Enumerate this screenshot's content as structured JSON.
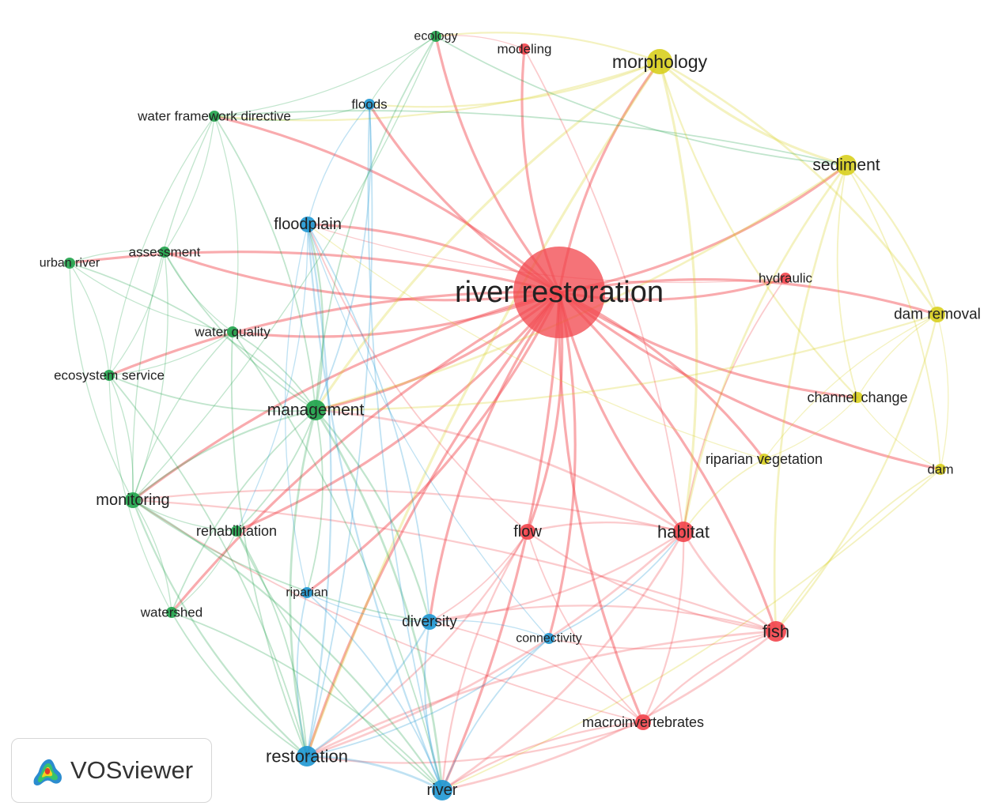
{
  "diagram": {
    "colors": {
      "red": "#f2444b",
      "yellow": "#d8cf1e",
      "green": "#1fa34a",
      "blue": "#1e97d3"
    },
    "nodes": [
      {
        "id": "river restoration",
        "label": "river restoration",
        "cluster": "red",
        "weight": 10
      },
      {
        "id": "modeling",
        "label": "modeling",
        "cluster": "red",
        "weight": 1
      },
      {
        "id": "hydraulic",
        "label": "hydraulic",
        "cluster": "red",
        "weight": 1
      },
      {
        "id": "flow",
        "label": "flow",
        "cluster": "red",
        "weight": 2
      },
      {
        "id": "habitat",
        "label": "habitat",
        "cluster": "red",
        "weight": 3
      },
      {
        "id": "fish",
        "label": "fish",
        "cluster": "red",
        "weight": 3
      },
      {
        "id": "macroinvertebrates",
        "label": "macroinvertebrates",
        "cluster": "red",
        "weight": 2
      },
      {
        "id": "morphology",
        "label": "morphology",
        "cluster": "yellow",
        "weight": 4
      },
      {
        "id": "sediment",
        "label": "sediment",
        "cluster": "yellow",
        "weight": 3
      },
      {
        "id": "dam removal",
        "label": "dam removal",
        "cluster": "yellow",
        "weight": 2
      },
      {
        "id": "channel change",
        "label": "channel change",
        "cluster": "yellow",
        "weight": 1
      },
      {
        "id": "riparian vegetation",
        "label": "riparian vegetation",
        "cluster": "yellow",
        "weight": 1
      },
      {
        "id": "dam",
        "label": "dam",
        "cluster": "yellow",
        "weight": 1
      },
      {
        "id": "ecology",
        "label": "ecology",
        "cluster": "green",
        "weight": 1
      },
      {
        "id": "water framework directive",
        "label": "water framework directive",
        "cluster": "green",
        "weight": 1
      },
      {
        "id": "assessment",
        "label": "assessment",
        "cluster": "green",
        "weight": 1
      },
      {
        "id": "urban river",
        "label": "urban river",
        "cluster": "green",
        "weight": 1
      },
      {
        "id": "water quality",
        "label": "water quality",
        "cluster": "green",
        "weight": 1
      },
      {
        "id": "ecosystem service",
        "label": "ecosystem service",
        "cluster": "green",
        "weight": 1
      },
      {
        "id": "management",
        "label": "management",
        "cluster": "green",
        "weight": 3
      },
      {
        "id": "monitoring",
        "label": "monitoring",
        "cluster": "green",
        "weight": 2
      },
      {
        "id": "rehabilitation",
        "label": "rehabilitation",
        "cluster": "green",
        "weight": 1
      },
      {
        "id": "watershed",
        "label": "watershed",
        "cluster": "green",
        "weight": 1
      },
      {
        "id": "floods",
        "label": "floods",
        "cluster": "blue",
        "weight": 1
      },
      {
        "id": "floodplain",
        "label": "floodplain",
        "cluster": "blue",
        "weight": 2
      },
      {
        "id": "riparian",
        "label": "riparian",
        "cluster": "blue",
        "weight": 1
      },
      {
        "id": "diversity",
        "label": "diversity",
        "cluster": "blue",
        "weight": 2
      },
      {
        "id": "connectivity",
        "label": "connectivity",
        "cluster": "blue",
        "weight": 1
      },
      {
        "id": "restoration",
        "label": "restoration",
        "cluster": "blue",
        "weight": 3
      },
      {
        "id": "river",
        "label": "river",
        "cluster": "blue",
        "weight": 3
      }
    ],
    "links": [
      {
        "source": "river restoration",
        "target": "modeling"
      },
      {
        "source": "river restoration",
        "target": "hydraulic"
      },
      {
        "source": "river restoration",
        "target": "flow"
      },
      {
        "source": "river restoration",
        "target": "habitat"
      },
      {
        "source": "river restoration",
        "target": "fish"
      },
      {
        "source": "river restoration",
        "target": "macroinvertebrates"
      },
      {
        "source": "river restoration",
        "target": "morphology"
      },
      {
        "source": "river restoration",
        "target": "sediment"
      },
      {
        "source": "river restoration",
        "target": "dam removal"
      },
      {
        "source": "river restoration",
        "target": "channel change"
      },
      {
        "source": "river restoration",
        "target": "riparian vegetation"
      },
      {
        "source": "river restoration",
        "target": "dam"
      },
      {
        "source": "river restoration",
        "target": "ecology"
      },
      {
        "source": "river restoration",
        "target": "water framework directive"
      },
      {
        "source": "river restoration",
        "target": "assessment"
      },
      {
        "source": "river restoration",
        "target": "urban river"
      },
      {
        "source": "river restoration",
        "target": "water quality"
      },
      {
        "source": "river restoration",
        "target": "ecosystem service"
      },
      {
        "source": "river restoration",
        "target": "management"
      },
      {
        "source": "river restoration",
        "target": "monitoring"
      },
      {
        "source": "river restoration",
        "target": "rehabilitation"
      },
      {
        "source": "river restoration",
        "target": "watershed"
      },
      {
        "source": "river restoration",
        "target": "floods"
      },
      {
        "source": "river restoration",
        "target": "floodplain"
      },
      {
        "source": "river restoration",
        "target": "riparian"
      },
      {
        "source": "river restoration",
        "target": "diversity"
      },
      {
        "source": "river restoration",
        "target": "connectivity"
      },
      {
        "source": "river restoration",
        "target": "restoration"
      },
      {
        "source": "river restoration",
        "target": "river"
      },
      {
        "source": "morphology",
        "target": "sediment"
      },
      {
        "source": "morphology",
        "target": "dam removal"
      },
      {
        "source": "morphology",
        "target": "channel change"
      },
      {
        "source": "morphology",
        "target": "floods"
      },
      {
        "source": "morphology",
        "target": "management"
      },
      {
        "source": "morphology",
        "target": "habitat"
      },
      {
        "source": "morphology",
        "target": "ecology"
      },
      {
        "source": "morphology",
        "target": "water framework directive"
      },
      {
        "source": "morphology",
        "target": "restoration"
      },
      {
        "source": "sediment",
        "target": "dam removal"
      },
      {
        "source": "sediment",
        "target": "channel change"
      },
      {
        "source": "sediment",
        "target": "dam"
      },
      {
        "source": "sediment",
        "target": "habitat"
      },
      {
        "source": "sediment",
        "target": "management"
      },
      {
        "source": "sediment",
        "target": "fish"
      },
      {
        "source": "dam removal",
        "target": "dam"
      },
      {
        "source": "dam removal",
        "target": "channel change"
      },
      {
        "source": "dam removal",
        "target": "fish"
      },
      {
        "source": "dam removal",
        "target": "riparian vegetation"
      },
      {
        "source": "dam removal",
        "target": "management"
      },
      {
        "source": "channel change",
        "target": "dam"
      },
      {
        "source": "channel change",
        "target": "riparian vegetation"
      },
      {
        "source": "riparian vegetation",
        "target": "habitat"
      },
      {
        "source": "riparian vegetation",
        "target": "floodplain"
      },
      {
        "source": "dam",
        "target": "fish"
      },
      {
        "source": "dam",
        "target": "river"
      },
      {
        "source": "habitat",
        "target": "fish"
      },
      {
        "source": "habitat",
        "target": "macroinvertebrates"
      },
      {
        "source": "habitat",
        "target": "flow"
      },
      {
        "source": "habitat",
        "target": "diversity"
      },
      {
        "source": "habitat",
        "target": "management"
      },
      {
        "source": "habitat",
        "target": "restoration"
      },
      {
        "source": "habitat",
        "target": "monitoring"
      },
      {
        "source": "habitat",
        "target": "river"
      },
      {
        "source": "fish",
        "target": "macroinvertebrates"
      },
      {
        "source": "fish",
        "target": "flow"
      },
      {
        "source": "fish",
        "target": "diversity"
      },
      {
        "source": "fish",
        "target": "connectivity"
      },
      {
        "source": "fish",
        "target": "monitoring"
      },
      {
        "source": "fish",
        "target": "river"
      },
      {
        "source": "fish",
        "target": "restoration"
      },
      {
        "source": "flow",
        "target": "diversity"
      },
      {
        "source": "flow",
        "target": "river"
      },
      {
        "source": "flow",
        "target": "restoration"
      },
      {
        "source": "flow",
        "target": "macroinvertebrates"
      },
      {
        "source": "flow",
        "target": "floodplain"
      },
      {
        "source": "macroinvertebrates",
        "target": "diversity"
      },
      {
        "source": "macroinvertebrates",
        "target": "restoration"
      },
      {
        "source": "macroinvertebrates",
        "target": "river"
      },
      {
        "source": "macroinvertebrates",
        "target": "monitoring"
      },
      {
        "source": "modeling",
        "target": "ecology"
      },
      {
        "source": "modeling",
        "target": "habitat"
      },
      {
        "source": "hydraulic",
        "target": "habitat"
      },
      {
        "source": "hydraulic",
        "target": "floodplain"
      },
      {
        "source": "ecology",
        "target": "management"
      },
      {
        "source": "ecology",
        "target": "water framework directive"
      },
      {
        "source": "ecology",
        "target": "floods"
      },
      {
        "source": "ecology",
        "target": "monitoring"
      },
      {
        "source": "ecology",
        "target": "sediment"
      },
      {
        "source": "water framework directive",
        "target": "assessment"
      },
      {
        "source": "water framework directive",
        "target": "ecosystem service"
      },
      {
        "source": "water framework directive",
        "target": "management"
      },
      {
        "source": "water framework directive",
        "target": "monitoring"
      },
      {
        "source": "water framework directive",
        "target": "water quality"
      },
      {
        "source": "water framework directive",
        "target": "floods"
      },
      {
        "source": "water framework directive",
        "target": "sediment"
      },
      {
        "source": "assessment",
        "target": "urban river"
      },
      {
        "source": "assessment",
        "target": "ecosystem service"
      },
      {
        "source": "assessment",
        "target": "management"
      },
      {
        "source": "assessment",
        "target": "monitoring"
      },
      {
        "source": "assessment",
        "target": "water quality"
      },
      {
        "source": "urban river",
        "target": "ecosystem service"
      },
      {
        "source": "urban river",
        "target": "monitoring"
      },
      {
        "source": "urban river",
        "target": "management"
      },
      {
        "source": "urban river",
        "target": "water quality"
      },
      {
        "source": "water quality",
        "target": "management"
      },
      {
        "source": "water quality",
        "target": "monitoring"
      },
      {
        "source": "water quality",
        "target": "ecosystem service"
      },
      {
        "source": "water quality",
        "target": "restoration"
      },
      {
        "source": "water quality",
        "target": "river"
      },
      {
        "source": "ecosystem service",
        "target": "management"
      },
      {
        "source": "ecosystem service",
        "target": "monitoring"
      },
      {
        "source": "ecosystem service",
        "target": "watershed"
      },
      {
        "source": "ecosystem service",
        "target": "restoration"
      },
      {
        "source": "management",
        "target": "monitoring"
      },
      {
        "source": "management",
        "target": "rehabilitation"
      },
      {
        "source": "management",
        "target": "restoration"
      },
      {
        "source": "management",
        "target": "river"
      },
      {
        "source": "management",
        "target": "floodplain"
      },
      {
        "source": "management",
        "target": "diversity"
      },
      {
        "source": "management",
        "target": "watershed"
      },
      {
        "source": "management",
        "target": "riparian"
      },
      {
        "source": "monitoring",
        "target": "rehabilitation"
      },
      {
        "source": "monitoring",
        "target": "watershed"
      },
      {
        "source": "monitoring",
        "target": "restoration"
      },
      {
        "source": "monitoring",
        "target": "river"
      },
      {
        "source": "monitoring",
        "target": "diversity"
      },
      {
        "source": "rehabilitation",
        "target": "restoration"
      },
      {
        "source": "rehabilitation",
        "target": "river"
      },
      {
        "source": "rehabilitation",
        "target": "watershed"
      },
      {
        "source": "watershed",
        "target": "restoration"
      },
      {
        "source": "watershed",
        "target": "river"
      },
      {
        "source": "floods",
        "target": "floodplain"
      },
      {
        "source": "floods",
        "target": "restoration"
      },
      {
        "source": "floods",
        "target": "river"
      },
      {
        "source": "floods",
        "target": "management"
      },
      {
        "source": "floodplain",
        "target": "riparian"
      },
      {
        "source": "floodplain",
        "target": "restoration"
      },
      {
        "source": "floodplain",
        "target": "river"
      },
      {
        "source": "floodplain",
        "target": "diversity"
      },
      {
        "source": "floodplain",
        "target": "connectivity"
      },
      {
        "source": "floodplain",
        "target": "rehabilitation"
      },
      {
        "source": "riparian",
        "target": "restoration"
      },
      {
        "source": "riparian",
        "target": "river"
      },
      {
        "source": "riparian",
        "target": "diversity"
      },
      {
        "source": "diversity",
        "target": "restoration"
      },
      {
        "source": "diversity",
        "target": "river"
      },
      {
        "source": "diversity",
        "target": "connectivity"
      },
      {
        "source": "connectivity",
        "target": "river"
      },
      {
        "source": "connectivity",
        "target": "restoration"
      },
      {
        "source": "connectivity",
        "target": "habitat"
      },
      {
        "source": "restoration",
        "target": "river"
      }
    ]
  },
  "brand": {
    "name": "VOSviewer",
    "icon": "vosviewer-logo-icon"
  }
}
